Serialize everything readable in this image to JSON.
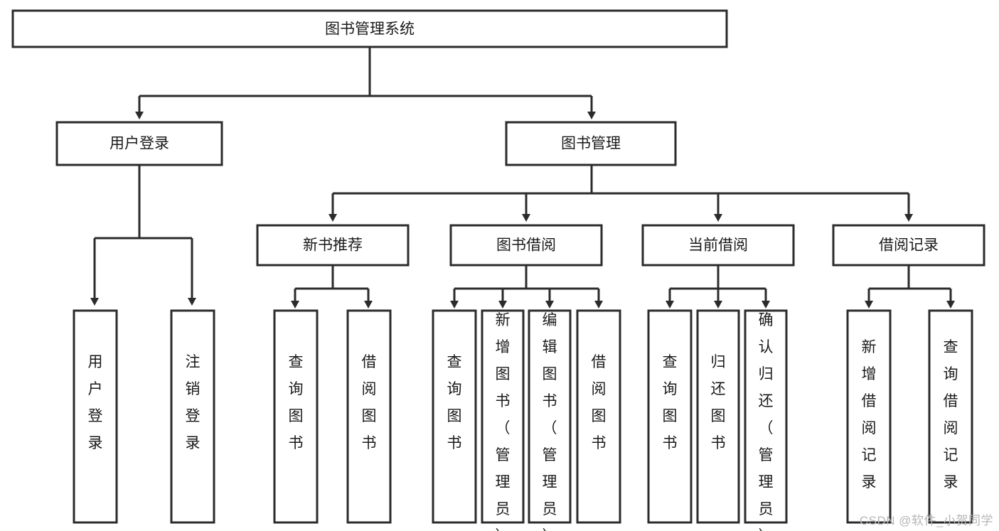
{
  "diagram": {
    "type": "tree",
    "title": "图书管理系统",
    "root": {
      "label": "图书管理系统"
    },
    "level2": [
      {
        "label": "用户登录"
      },
      {
        "label": "图书管理"
      }
    ],
    "level3": [
      {
        "label": "新书推荐"
      },
      {
        "label": "图书借阅"
      },
      {
        "label": "当前借阅"
      },
      {
        "label": "借阅记录"
      }
    ],
    "leaves": {
      "user_login": [
        {
          "label": "用户登录"
        },
        {
          "label": "注销登录"
        }
      ],
      "new_book_recommend": [
        {
          "label": "查询图书"
        },
        {
          "label": "借阅图书"
        }
      ],
      "book_borrow": [
        {
          "label": "查询图书"
        },
        {
          "label": "新增图书（管理员）"
        },
        {
          "label": "编辑图书（管理员）"
        },
        {
          "label": "借阅图书"
        }
      ],
      "current_borrow": [
        {
          "label": "查询图书"
        },
        {
          "label": "归还图书"
        },
        {
          "label": "确认归还（管理员）"
        }
      ],
      "borrow_record": [
        {
          "label": "新增借阅记录"
        },
        {
          "label": "查询借阅记录"
        }
      ]
    }
  },
  "watermark": {
    "text": "CSDN @软件_小贺同学"
  },
  "colors": {
    "background": "#ffffff",
    "box_fill": "#ffffff",
    "box_stroke": "#2b2b2b",
    "text": "#1a1a1a",
    "watermark": "#b6b6b6"
  }
}
